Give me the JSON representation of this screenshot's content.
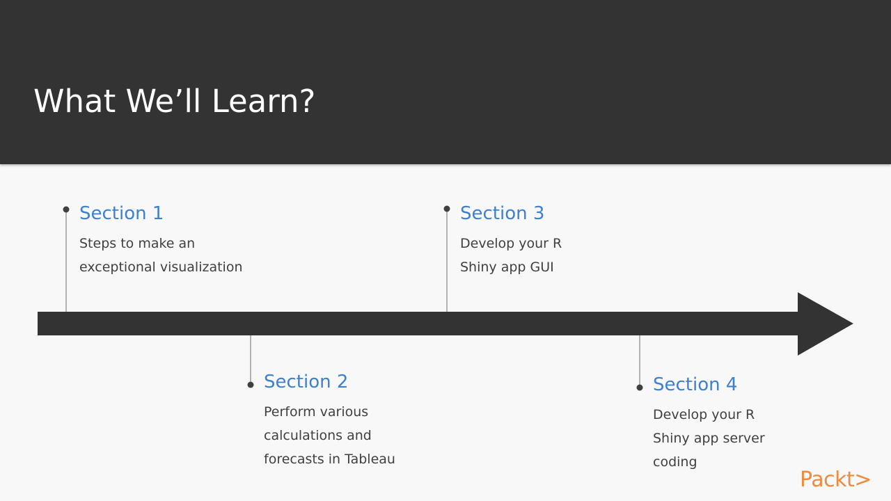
{
  "slide": {
    "title": "What We’ll Learn?"
  },
  "sections": [
    {
      "heading": "Section 1",
      "lines": [
        "Steps to make an",
        "exceptional visualization"
      ]
    },
    {
      "heading": "Section 2",
      "lines": [
        "Perform various",
        "calculations and",
        "forecasts in Tableau"
      ]
    },
    {
      "heading": "Section 3",
      "lines": [
        "Develop your R",
        "Shiny app GUI"
      ]
    },
    {
      "heading": "Section 4",
      "lines": [
        "Develop your R",
        "Shiny app server",
        "coding"
      ]
    }
  ],
  "logo": {
    "text": "Packt>"
  },
  "colors": {
    "title_bar": "#333333",
    "heading": "#3d7fd0",
    "body_text": "#404040",
    "arrow": "#333333",
    "logo": "#f08a3c"
  },
  "icons": {
    "timeline": "arrow-right",
    "markers": "dot"
  }
}
